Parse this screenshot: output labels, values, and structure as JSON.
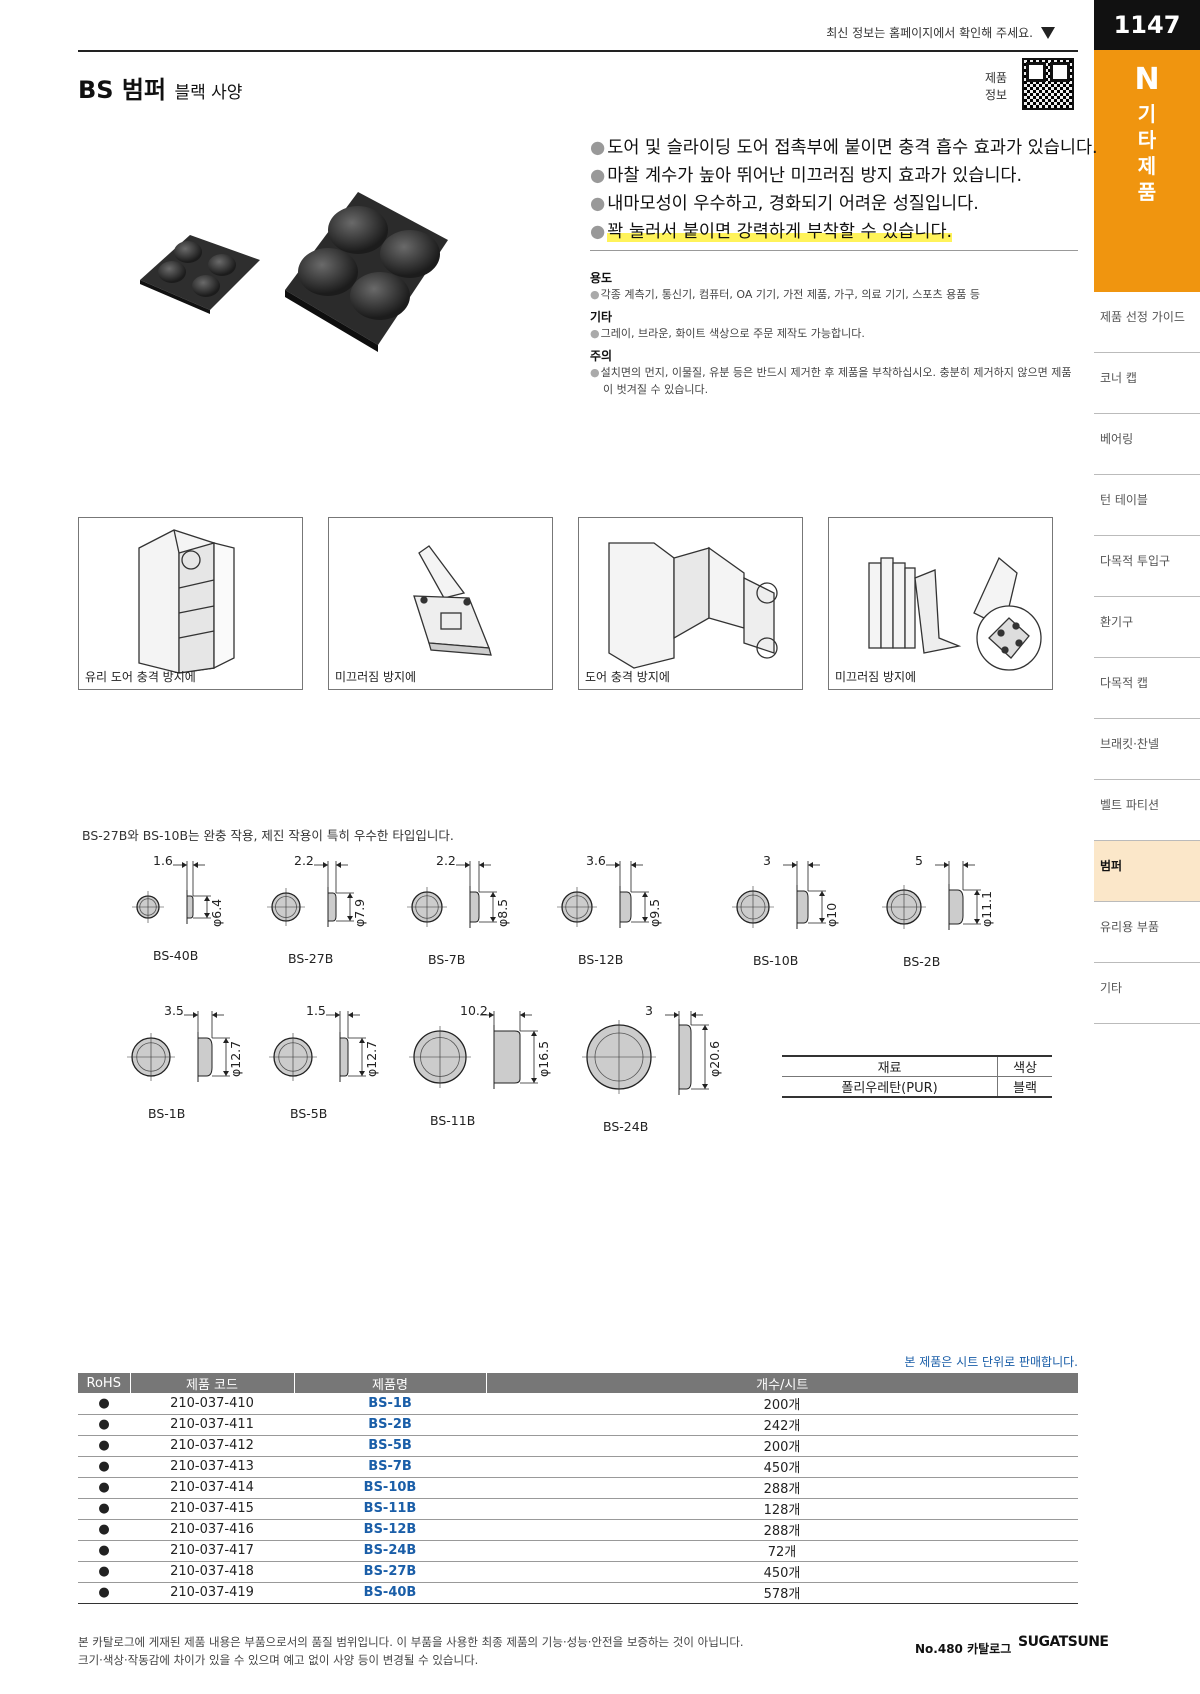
{
  "header": {
    "note": "최신 정보는 홈페이지에서 확인해 주세요.",
    "page_number": "1147",
    "category_letter": "N",
    "category_name": "기타제품"
  },
  "title": {
    "main": "BS 범퍼",
    "sub": "블랙 사양"
  },
  "qr_label": [
    "제품",
    "정보"
  ],
  "features": [
    "도어 및 슬라이딩 도어 접촉부에 붙이면 충격 흡수 효과가 있습니다.",
    "마찰 계수가 높아 뛰어난 미끄러짐 방지 효과가 있습니다.",
    "내마모성이 우수하고, 경화되기 어려운 성질입니다.",
    "꽉 눌러서 붙이면 강력하게 부착할 수 있습니다."
  ],
  "info": {
    "usage_title": "용도",
    "usage_text": "각종 계측기, 통신기, 컴퓨터, OA 기기, 가전 제품, 가구, 의료 기기, 스포츠 용품 등",
    "etc_title": "기타",
    "etc_text": "그레이, 브라운, 화이트 색상으로 주문 제작도 가능합니다.",
    "caution_title": "주의",
    "caution_text": "설치면의 먼지, 이물질, 유분 등은 반드시 제거한 후 제품을 부착하십시오. 충분히 제거하지 않으면 제품이 벗겨질 수 있습니다."
  },
  "usage_examples": [
    "유리 도어 충격 방지에",
    "미끄러짐 방지에",
    "도어 충격 방지에",
    "미끄러짐 방지에"
  ],
  "type_note": "BS-27B와 BS-10B는 완충 작용, 제진 작용이 특히 우수한 타입입니다.",
  "dimensions": [
    {
      "model": "BS-40B",
      "height": "1.6",
      "dia": "φ6.4"
    },
    {
      "model": "BS-27B",
      "height": "2.2",
      "dia": "φ7.9"
    },
    {
      "model": "BS-7B",
      "height": "2.2",
      "dia": "φ8.5"
    },
    {
      "model": "BS-12B",
      "height": "3.6",
      "dia": "φ9.5"
    },
    {
      "model": "BS-10B",
      "height": "3",
      "dia": "φ10"
    },
    {
      "model": "BS-2B",
      "height": "5",
      "dia": "φ11.1"
    },
    {
      "model": "BS-1B",
      "height": "3.5",
      "dia": "φ12.7"
    },
    {
      "model": "BS-5B",
      "height": "1.5",
      "dia": "φ12.7"
    },
    {
      "model": "BS-11B",
      "height": "10.2",
      "dia": "φ16.5"
    },
    {
      "model": "BS-24B",
      "height": "3",
      "dia": "φ20.6"
    }
  ],
  "material": {
    "headers": [
      "재료",
      "색상"
    ],
    "values": [
      "폴리우레탄(PUR)",
      "블랙"
    ]
  },
  "sheet_note": "본 제품은 시트 단위로 판매합니다.",
  "product_table": {
    "headers": [
      "RoHS",
      "제품 코드",
      "제품명",
      "개수/시트"
    ],
    "rows": [
      {
        "rohs": "●",
        "code": "210-037-410",
        "name": "BS-1B",
        "qty": "200개"
      },
      {
        "rohs": "●",
        "code": "210-037-411",
        "name": "BS-2B",
        "qty": "242개"
      },
      {
        "rohs": "●",
        "code": "210-037-412",
        "name": "BS-5B",
        "qty": "200개"
      },
      {
        "rohs": "●",
        "code": "210-037-413",
        "name": "BS-7B",
        "qty": "450개"
      },
      {
        "rohs": "●",
        "code": "210-037-414",
        "name": "BS-10B",
        "qty": "288개"
      },
      {
        "rohs": "●",
        "code": "210-037-415",
        "name": "BS-11B",
        "qty": "128개"
      },
      {
        "rohs": "●",
        "code": "210-037-416",
        "name": "BS-12B",
        "qty": "288개"
      },
      {
        "rohs": "●",
        "code": "210-037-417",
        "name": "BS-24B",
        "qty": "72개"
      },
      {
        "rohs": "●",
        "code": "210-037-418",
        "name": "BS-27B",
        "qty": "450개"
      },
      {
        "rohs": "●",
        "code": "210-037-419",
        "name": "BS-40B",
        "qty": "578개"
      }
    ]
  },
  "side_nav": [
    {
      "label": "제품 선정 가이드",
      "active": false
    },
    {
      "label": "코너 캡",
      "active": false
    },
    {
      "label": "베어링",
      "active": false
    },
    {
      "label": "턴 테이블",
      "active": false
    },
    {
      "label": "다목적 투입구",
      "active": false
    },
    {
      "label": "환기구",
      "active": false
    },
    {
      "label": "다목적 캡",
      "active": false
    },
    {
      "label": "브래킷·찬넬",
      "active": false
    },
    {
      "label": "벨트 파티션",
      "active": false
    },
    {
      "label": "범퍼",
      "active": true
    },
    {
      "label": "유리용 부품",
      "active": false
    },
    {
      "label": "기타",
      "active": false
    }
  ],
  "footer": {
    "line1": "본 카탈로그에 게재된 제품 내용은 부품으로서의 품질 범위입니다. 이 부품을 사용한 최종 제품의 기능·성능·안전을 보증하는 것이 아닙니다.",
    "line2": "크기·색상·작동감에 차이가 있을 수 있으며 예고 없이 사양 등이 변경될 수 있습니다.",
    "catalog": "No.480 카탈로그",
    "logo": "SUGATSUNE"
  },
  "colors": {
    "accent": "#f0950f",
    "link": "#1a5ea8",
    "active_nav": "#fbe7c9"
  }
}
